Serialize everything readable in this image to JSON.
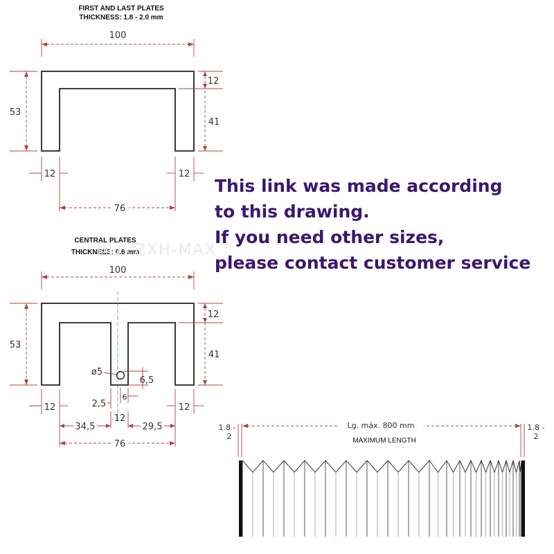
{
  "drawing1": {
    "title": "FIRST AND LAST PLATES",
    "thickness": "THICKNESS: 1.8 - 2.0 mm",
    "dim_width": "100",
    "dim_height": "53",
    "dim_top": "12",
    "dim_inner_height": "41",
    "dim_left_leg": "12",
    "dim_right_leg": "12",
    "dim_inner_width": "76"
  },
  "drawing2": {
    "title": "CENTRAL PLATES",
    "thickness": "THICKNESS: 0.6 mm",
    "dim_width": "100",
    "dim_height": "53",
    "dim_top": "12",
    "dim_inner_height": "41",
    "dim_hole": "ø5",
    "dim_hole_height": "6,5",
    "dim_hole_offset": "6",
    "dim_gap": "2,5",
    "dim_left_leg": "12",
    "dim_center": "12",
    "dim_right_leg": "12",
    "dim_left_slot": "34,5",
    "dim_right_slot": "29,5",
    "dim_inner_width": "76"
  },
  "note": {
    "line1": "This link was made according",
    "line2": "to this drawing.",
    "line3": "If you need other sizes,",
    "line4": "please contact customer service"
  },
  "watermark": "国必究XH-MAX",
  "bellows": {
    "length_label": "Lg. máx. 800 mm",
    "caption": "MAXIMUM LENGTH",
    "left_end_line1": "1.8 -",
    "left_end_line2": "2",
    "right_end_line1": "1.8 -",
    "right_end_line2": "2"
  },
  "colors": {
    "note_text": "#3a1770",
    "dimension_lines": "#b04040",
    "centerline": "#66bbaa",
    "outline": "#222222"
  }
}
